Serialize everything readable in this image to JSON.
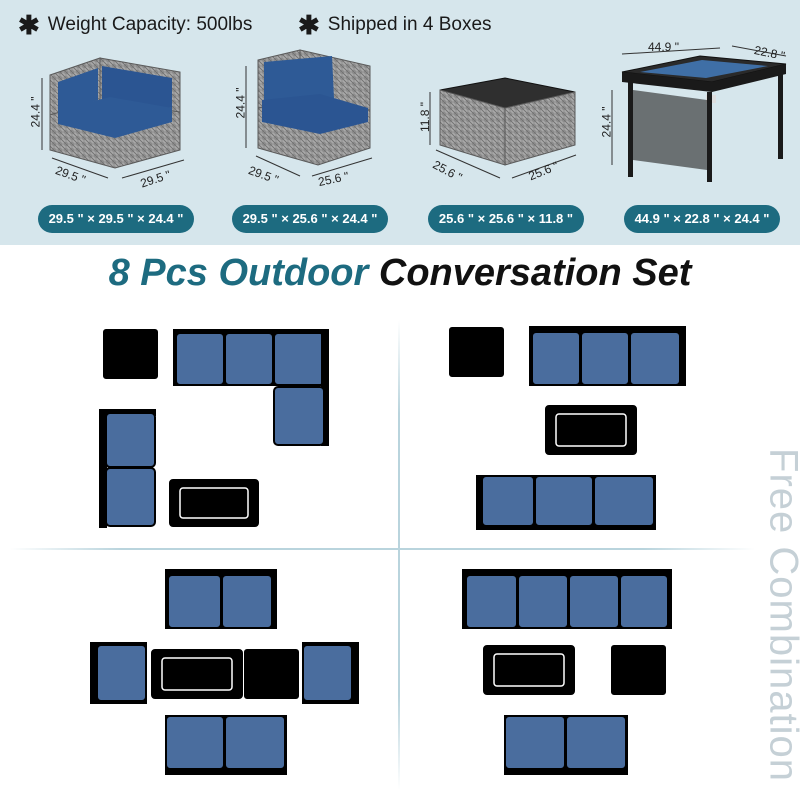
{
  "header": {
    "items": [
      {
        "icon": "asterisk-icon",
        "text": "Weight Capacity: 500lbs"
      },
      {
        "icon": "asterisk-icon",
        "text": "Shipped in 4 Boxes"
      }
    ]
  },
  "products": [
    {
      "name": "corner-sofa",
      "dims": {
        "h": "24.4 \"",
        "d1": "29.5 \"",
        "d2": "29.5 \""
      },
      "size_label": "29.5 \" × 29.5 \" × 24.4 \""
    },
    {
      "name": "armless-sofa",
      "dims": {
        "h": "24.4 \"",
        "d1": "29.5 \"",
        "d2": "25.6 \""
      },
      "size_label": "29.5 \" × 25.6 \" × 24.4 \""
    },
    {
      "name": "ottoman",
      "dims": {
        "h": "11.8 \"",
        "d1": "25.6 \"",
        "d2": "25.6 \""
      },
      "size_label": "25.6 \" × 25.6 \" × 11.8 \""
    },
    {
      "name": "fire-pit-table",
      "dims": {
        "h": "24.4 \"",
        "w": "44.9 \"",
        "d": "22.8 \""
      },
      "size_label": "44.9 \" × 22.8 \" × 24.4 \""
    }
  ],
  "title": {
    "part1": "8 Pcs Outdoor",
    "part2": "Conversation Set"
  },
  "side_text": "Free Combination",
  "colors": {
    "band": "#d6e6ec",
    "accent": "#1d6b80",
    "cushion": "#4a6d9e",
    "frame": "#111111",
    "wicker": "#8a8a8a"
  }
}
